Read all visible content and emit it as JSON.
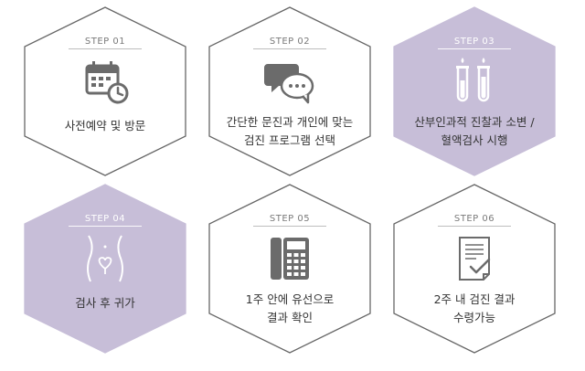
{
  "colors": {
    "outline": "#666666",
    "fill": "#c7bed8",
    "icon_dark": "#6b6b6b"
  },
  "steps": [
    {
      "step": "STEP 01",
      "line1": "사전예약 및 방문",
      "line2": "",
      "icon": "calendar-clock-icon",
      "filled": false
    },
    {
      "step": "STEP 02",
      "line1": "간단한 문진과 개인에 맞는",
      "line2": "검진 프로그램 선택",
      "icon": "chat-bubbles-icon",
      "filled": false
    },
    {
      "step": "STEP 03",
      "line1": "산부인과적 진찰과 소변 /",
      "line2": "혈액검사 시행",
      "icon": "test-tubes-icon",
      "filled": true
    },
    {
      "step": "STEP 04",
      "line1": "검사 후 귀가",
      "line2": "",
      "icon": "body-heart-icon",
      "filled": true
    },
    {
      "step": "STEP 05",
      "line1": "1주 안에 유선으로",
      "line2": "결과 확인",
      "icon": "phone-icon",
      "filled": false
    },
    {
      "step": "STEP 06",
      "line1": "2주 내 검진 결과",
      "line2": "수령가능",
      "icon": "document-check-icon",
      "filled": false
    }
  ]
}
